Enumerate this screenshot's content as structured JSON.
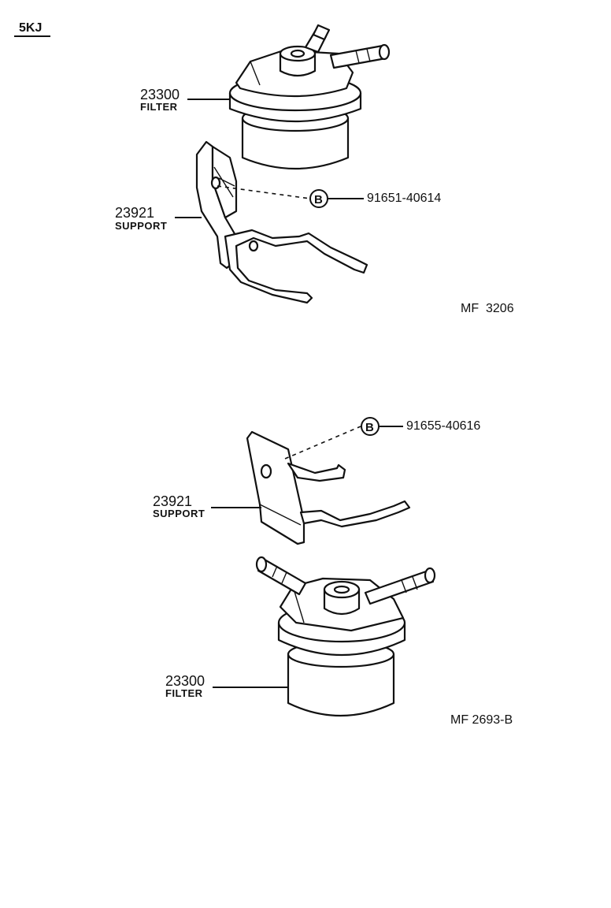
{
  "sheet_code": "5KJ",
  "top": {
    "filter": {
      "number": "23300",
      "name": "FILTER"
    },
    "support": {
      "number": "23921",
      "name": "SUPPORT"
    },
    "bolt": {
      "symbol": "B",
      "part_number": "91651-40614"
    },
    "drawing_code": "MF  3206"
  },
  "bottom": {
    "filter": {
      "number": "23300",
      "name": "FILTER"
    },
    "support": {
      "number": "23921",
      "name": "SUPPORT"
    },
    "bolt": {
      "symbol": "B",
      "part_number": "91655-40616"
    },
    "drawing_code": "MF 2693-B"
  }
}
